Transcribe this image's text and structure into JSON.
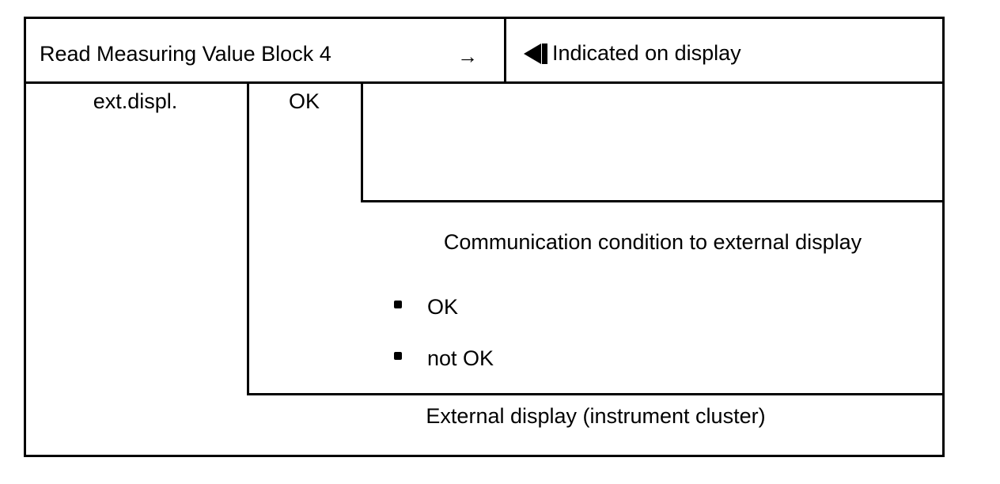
{
  "diagram": {
    "title_row": {
      "left_label": "Read Measuring Value Block 4",
      "arrow_glyph": "→",
      "right_label": "Indicated on display",
      "right_marker_icon": "left-triangle-bar-icon"
    },
    "value_row": {
      "channel_label": "ext.displ.",
      "value_label": "OK",
      "empty_cell_label": ""
    },
    "description": {
      "heading": "Communication condition to external display",
      "bullets": [
        {
          "label": "OK"
        },
        {
          "label": "not OK"
        }
      ]
    },
    "caption": "External display (instrument cluster)",
    "colors": {
      "ink": "#000000",
      "paper": "#ffffff"
    }
  }
}
